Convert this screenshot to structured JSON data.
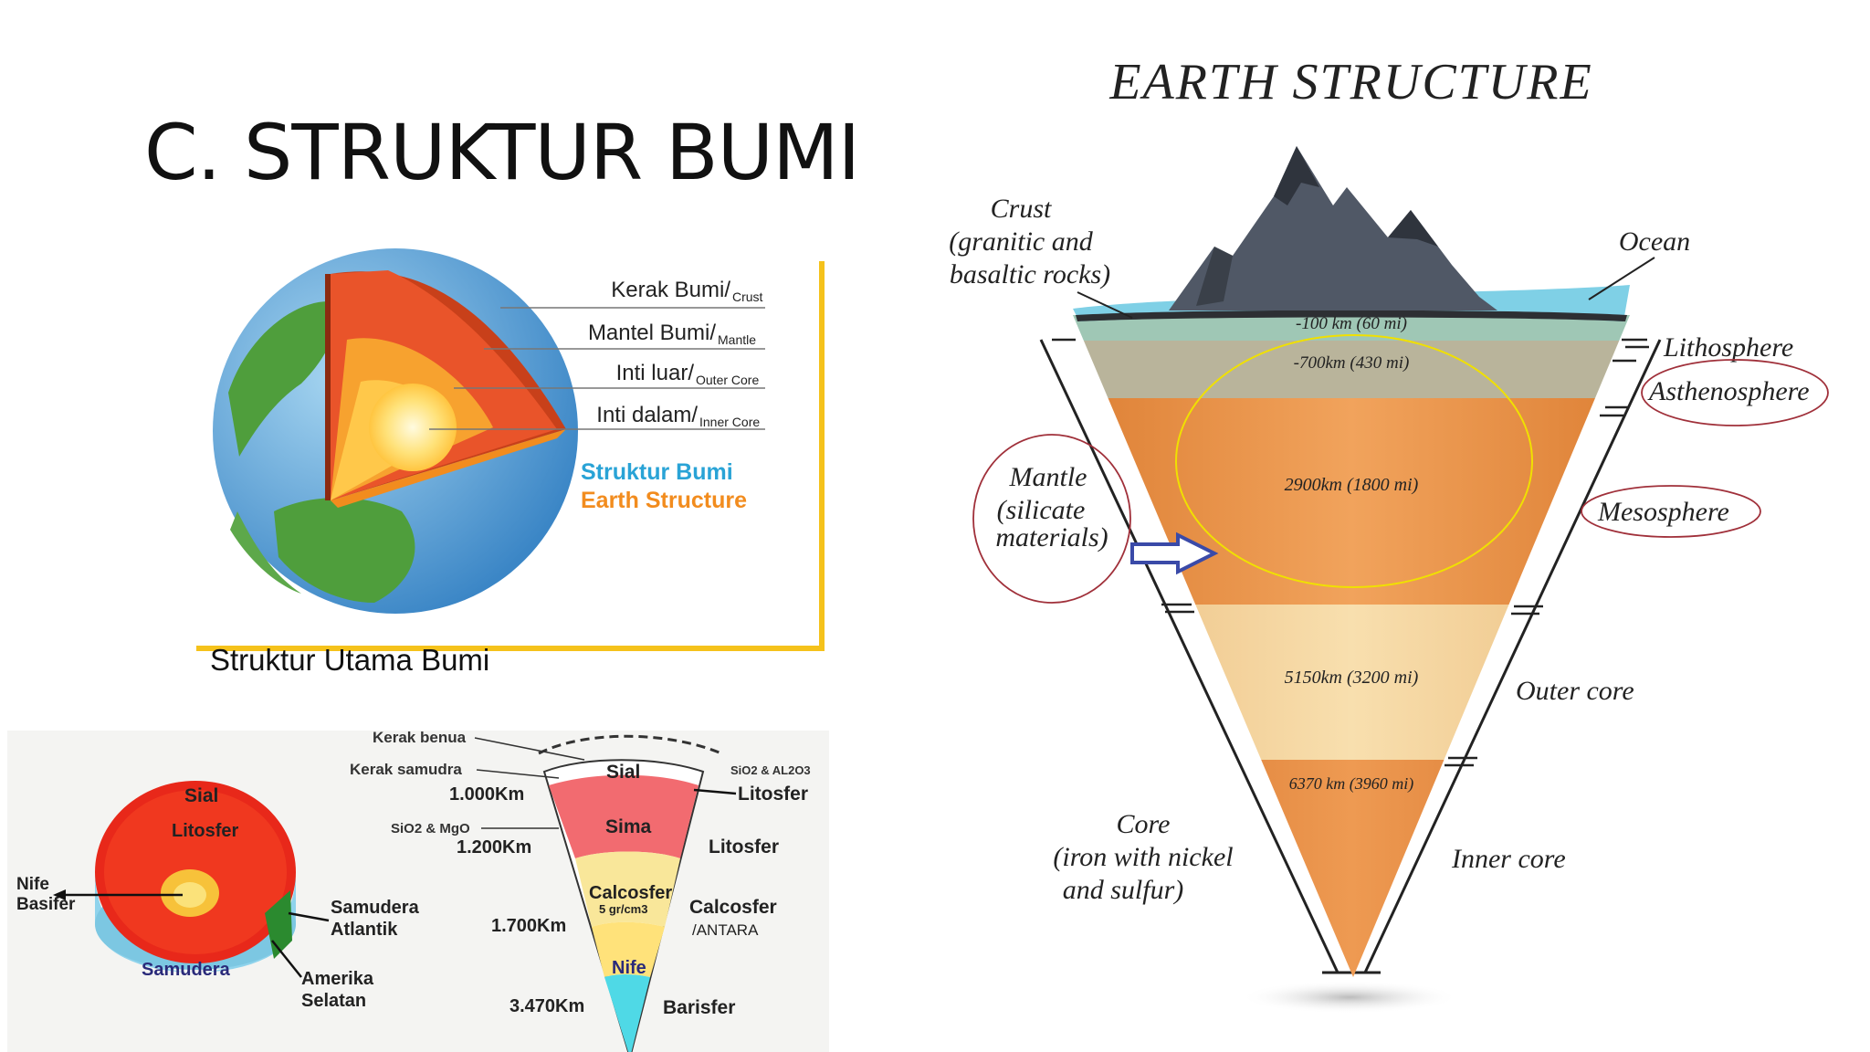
{
  "slide": {
    "title": "C. STRUKTUR BUMI"
  },
  "figure_globe": {
    "labels": {
      "crust_main": "Kerak Bumi/",
      "crust_sub": "Crust",
      "mantle_main": "Mantel Bumi/",
      "mantle_sub": "Mantle",
      "outer_main": "Inti luar/",
      "outer_sub": "Outer Core",
      "inner_main": "Inti dalam/",
      "inner_sub": "Inner Core"
    },
    "heading_id": "Struktur Bumi",
    "heading_en": "Earth Structure",
    "caption": "Struktur Utama Bumi",
    "colors": {
      "heading_id": "#29a3d6",
      "heading_en": "#f28c1e",
      "frame": "#f5c21b"
    }
  },
  "figure_layers_id": {
    "globe": {
      "sial": "Sial",
      "litosfer": "Litosfer",
      "nife": "Nife",
      "basifer": "Basifer",
      "samudera": "Samudera",
      "samudera_atlantik": [
        "Samudera",
        "Atlantik"
      ],
      "amerika_selatan": [
        "Amerika",
        "Selatan"
      ]
    },
    "wedge": {
      "kerak_benua": "Kerak benua",
      "kerak_samudra": "Kerak samudra",
      "sio2_al2o3": "SiO2 & AL2O3",
      "sio2_mgo": "SiO2 & MgO",
      "sial": "Sial",
      "litosfer_top": "Litosfer",
      "sima": "Sima",
      "litosfer_side": "Litosfer",
      "calcosfer_in": "Calcosfer",
      "density": "5 gr/cm3",
      "calcosfer_side": "Calcosfer",
      "antara": "/ANTARA",
      "nife": "Nife",
      "barisfer": "Barisfer",
      "depth_1": "1.000Km",
      "depth_2": "1.200Km",
      "depth_3": "1.700Km",
      "depth_4": "3.470Km"
    }
  },
  "figure_cone": {
    "title": "EARTH STRUCTURE",
    "left_labels": {
      "crust": [
        "Crust",
        "(granitic and",
        "basaltic rocks)"
      ],
      "mantle": [
        "Mantle",
        "(silicate",
        "materials)"
      ],
      "core": [
        "Core",
        "(iron with nickel",
        "and sulfur)"
      ]
    },
    "right_labels": {
      "ocean": "Ocean",
      "lithosphere": "Lithosphere",
      "asthenosphere": "Asthenosphere",
      "mesosphere": "Mesosphere",
      "outer_core": "Outer core",
      "inner_core": "Inner core"
    },
    "depths": {
      "lithosphere": "-100 km (60 mi)",
      "asthenosphere": "-700km (430 mi)",
      "mantle": "2900km (1800 mi)",
      "outer_core": "5150km (3200 mi)",
      "inner_core": "6370 km (3960 mi)"
    },
    "colors": {
      "lithosphere": "#9fc7b5",
      "asthenosphere": "#b9b49b",
      "mantle": "#e48a38",
      "outer_core": "#f0c98a",
      "inner_core": "#dd7a2c",
      "ocean": "#7fd0e6",
      "mountain": "#505866",
      "annotation_ellipse": "#f0e000",
      "annotation_circle": "#a0303a",
      "annotation_arrow": "#3a4aa8"
    }
  }
}
